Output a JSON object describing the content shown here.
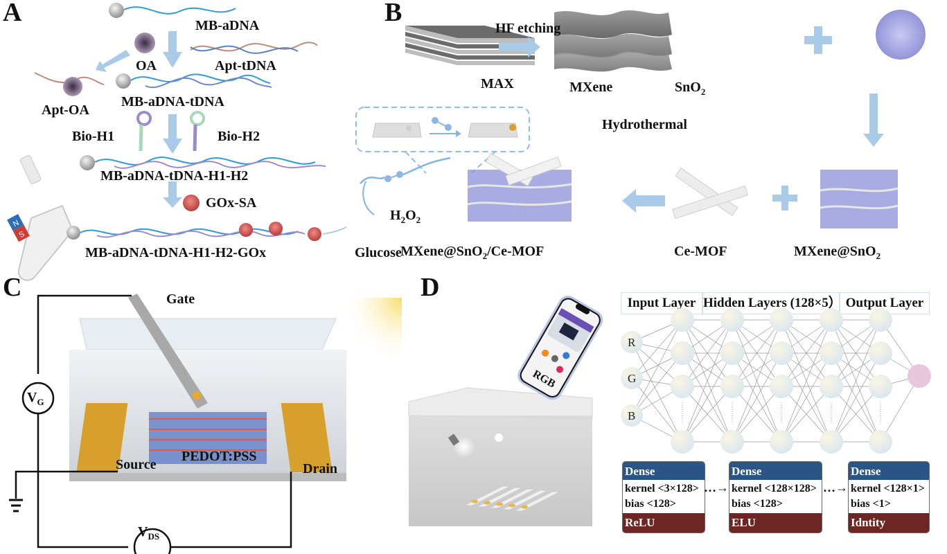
{
  "panels": {
    "A": {
      "letter": "A",
      "labels": {
        "mb_adna": "MB-aDNA",
        "oa": "OA",
        "apt_tdna": "Apt-tDNA",
        "apt_oa": "Apt-OA",
        "mb_adna_tdna": "MB-aDNA-tDNA",
        "bio_h1": "Bio-H1",
        "bio_h2": "Bio-H2",
        "mb_adna_tdna_h1_h2": "MB-aDNA-tDNA-H1-H2",
        "gox_sa": "GOx-SA",
        "mb_adna_tdna_h1_h2_gox": "MB-aDNA-tDNA-H1-H2-GOx"
      },
      "magnet": {
        "north": "N",
        "south": "S"
      }
    },
    "B": {
      "letter": "B",
      "labels": {
        "max": "MAX",
        "hf_etching": "HF etching",
        "mxene": "MXene",
        "sno2_base": "SnO",
        "sno2_sub": "2",
        "hydrothermal": "Hydrothermal",
        "mxene_sno2_base": "MXene@SnO",
        "mxene_sno2_sub": "2",
        "ce_mof": "Ce-MOF",
        "composite_base": "MXene@SnO",
        "composite_sub": "2",
        "composite_suffix": "/Ce-MOF",
        "h2o2_h": "H",
        "h2o2_2a": "2",
        "h2o2_o": "O",
        "h2o2_2b": "2",
        "glucose": "Glucose"
      }
    },
    "C": {
      "letter": "C",
      "labels": {
        "gate": "Gate",
        "source": "Source",
        "drain": "Drain",
        "channel": "PEDOT:PSS",
        "vg_base": "V",
        "vg_sub": "G",
        "vds_base": "V",
        "vds_sub": "DS"
      }
    },
    "D": {
      "letter": "D",
      "phone_text": "RGB",
      "nn_headers": [
        "Input Layer",
        "Hidden Layers (128×5）",
        "Output Layer"
      ],
      "inputs": [
        "R",
        "G",
        "B"
      ],
      "dense_blocks": [
        {
          "title": "Dense",
          "kernel": "kernel <3×128>",
          "bias": "bias <128>",
          "activation": "ReLU"
        },
        {
          "title": "Dense",
          "kernel": "kernel <128×128>",
          "bias": "bias <128>",
          "activation": "ELU"
        },
        {
          "title": "Dense",
          "kernel": "kernel <128×1>",
          "bias": "bias <1>",
          "activation": "Idntity"
        }
      ],
      "connector": "…"
    }
  },
  "colors": {
    "arrow_blue": "#a9cbe8",
    "dna_blue": "#2f9bd8",
    "gold": "#d7a02c",
    "dense_header": "#2b5487",
    "dense_footer": "#6e2622",
    "output_node": "#e8c6dc"
  }
}
